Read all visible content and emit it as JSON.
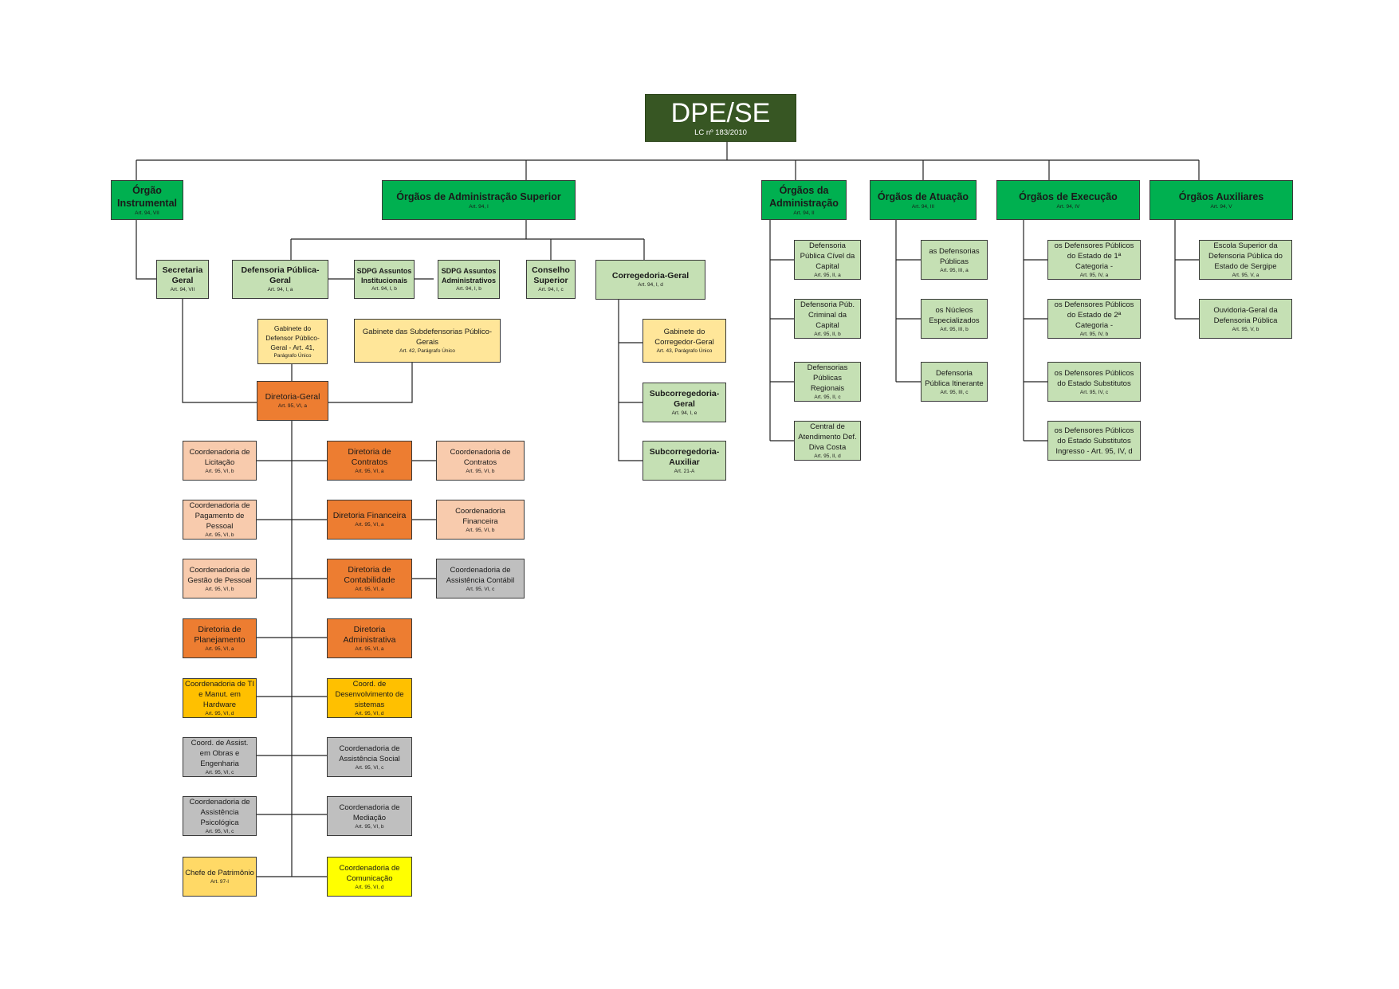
{
  "nodes": {
    "dpe": {
      "title": "DPE/SE",
      "sub": "LC nº 183/2010"
    },
    "instrumental": {
      "title": "Órgão Instrumental",
      "sub": "Art. 94, VII"
    },
    "admsup": {
      "title": "Órgãos de Administração Superior",
      "sub": "Art. 94, I"
    },
    "admin": {
      "title": "Órgãos da Administração",
      "sub": "Art. 94, II"
    },
    "atuacao": {
      "title": "Órgãos de Atuação",
      "sub": "Art. 94, III"
    },
    "execucao": {
      "title": "Órgãos de Execução",
      "sub": "Art. 94, IV"
    },
    "auxiliares": {
      "title": "Órgãos Auxiliares",
      "sub": "Art. 94, V"
    },
    "secretaria": {
      "title": "Secretaria Geral",
      "sub": "Art. 94, VII"
    },
    "dpg": {
      "title": "Defensoria Pública-Geral",
      "sub": "Art. 94, I, a"
    },
    "sdpg_inst": {
      "title": "SDPG Assuntos Institucionais",
      "sub": "Art. 94, I, b"
    },
    "sdpg_adm": {
      "title": "SDPG Assuntos Administrativos",
      "sub": "Art. 94, I, b"
    },
    "conselho": {
      "title": "Conselho Superior",
      "sub": "Art. 94, I, c"
    },
    "corregedoria": {
      "title": "Corregedoria-Geral",
      "sub": "Art. 94, I, d"
    },
    "gab_dpg": {
      "title": "Gabinete do Defensor Público-Geral - Art. 41,",
      "sub": "Parágrafo Único"
    },
    "gab_sub": {
      "title": "Gabinete das Subdefensorias Público-Gerais",
      "sub": "Art. 42, Parágrafo Único"
    },
    "gab_corr": {
      "title": "Gabinete do Corregedor-Geral",
      "sub": "Art. 43, Parágrafo Único"
    },
    "subcorr": {
      "title": "Subcorregedoria-Geral",
      "sub": "Art. 94, I, e"
    },
    "subaux": {
      "title": "Subcorregedoria-Auxiliar",
      "sub": "Art. 21-A"
    },
    "dir_geral": {
      "title": "Diretoria-Geral",
      "sub": "Art. 95, VI, a"
    },
    "coord_licit": {
      "title": "Coordenadoria de Licitação",
      "sub": "Art. 95, VI, b"
    },
    "dir_contratos": {
      "title": "Diretoria de Contratos",
      "sub": "Art. 95, VI, a"
    },
    "coord_contratos": {
      "title": "Coordenadoria de Contratos",
      "sub": "Art. 95, VI, b"
    },
    "coord_pag": {
      "title": "Coordenadoria de Pagamento de Pessoal",
      "sub": "Art. 95, VI, b"
    },
    "dir_fin": {
      "title": "Diretoria Financeira",
      "sub": "Art. 95, VI, a"
    },
    "coord_fin": {
      "title": "Coordenadoria Financeira",
      "sub": "Art. 95, VI, b"
    },
    "coord_gest": {
      "title": "Coordenadoria de Gestão de Pessoal",
      "sub": "Art. 95, VI, b"
    },
    "dir_cont": {
      "title": "Diretoria de Contabilidade",
      "sub": "Art. 95, VI, a"
    },
    "coord_ass_cont": {
      "title": "Coordenadoria de Assistência Contábil",
      "sub": "Art. 95, VI, c"
    },
    "dir_plan": {
      "title": "Diretoria de Planejamento",
      "sub": "Art. 95, VI, a"
    },
    "dir_adm": {
      "title": "Diretoria Administrativa",
      "sub": "Art. 95, VI, a"
    },
    "coord_ti": {
      "title": "Coordenadoria de TI e Manut. em Hardware",
      "sub": "Art. 95, VI, d"
    },
    "coord_dev": {
      "title": "Coord. de Desenvolvimento de sistemas",
      "sub": "Art. 95, VI, d"
    },
    "coord_obras": {
      "title": "Coord. de Assist. em Obras e Engenharia",
      "sub": "Art. 95, VI, c"
    },
    "coord_social": {
      "title": "Coordenadoria de Assistência Social",
      "sub": "Art. 95, VI, c"
    },
    "coord_psico": {
      "title": "Coordenadoria de Assistência Psicológica",
      "sub": "Art. 95, VI, c"
    },
    "coord_med": {
      "title": "Coordenadoria de Mediação",
      "sub": "Art. 95, VI, b"
    },
    "chefe_pat": {
      "title": "Chefe de Patrimônio",
      "sub": "Art. 97-I"
    },
    "coord_com": {
      "title": "Coordenadoria de Comunicação",
      "sub": "Art. 95, VI, d"
    },
    "adm_civel": {
      "title": "Defensoria Pública Cível da Capital",
      "sub": "Art. 95, II, a"
    },
    "adm_criminal": {
      "title": "Defensoria Púb. Criminal da Capital",
      "sub": "Art. 95, II, b"
    },
    "adm_regionais": {
      "title": "Defensorias Públicas Regionais",
      "sub": "Art. 95, II, c"
    },
    "adm_central": {
      "title": "Central de Atendimento Def. Diva Costa",
      "sub": "Art. 95, II, d"
    },
    "at_def": {
      "title": "as Defensorias Públicas",
      "sub": "Art. 95, III, a"
    },
    "at_nucleos": {
      "title": "os Núcleos Especializados",
      "sub": "Art. 95, III, b"
    },
    "at_itin": {
      "title": "Defensoria Pública Itinerante",
      "sub": "Art. 95, III, c"
    },
    "ex_1": {
      "title": "os Defensores Públicos do Estado de 1ª Categoria -",
      "sub": "Art. 95, IV, a"
    },
    "ex_2": {
      "title": "os Defensores Públicos do Estado de 2ª Categoria -",
      "sub": "Art. 95, IV, b"
    },
    "ex_sub": {
      "title": "os Defensores Públicos do Estado Substitutos",
      "sub": "Art. 95, IV, c"
    },
    "ex_ing": {
      "title": "os Defensores Públicos do Estado Substitutos Ingresso - Art. 95, IV, d",
      "sub": ""
    },
    "aux_escola": {
      "title": "Escola Superior da Defensoria Pública do Estado de Sergipe",
      "sub": "Art. 95, V, a"
    },
    "aux_ouv": {
      "title": "Ouvidoria-Geral da Defensoria Pública",
      "sub": "Art. 95, V, b"
    }
  }
}
